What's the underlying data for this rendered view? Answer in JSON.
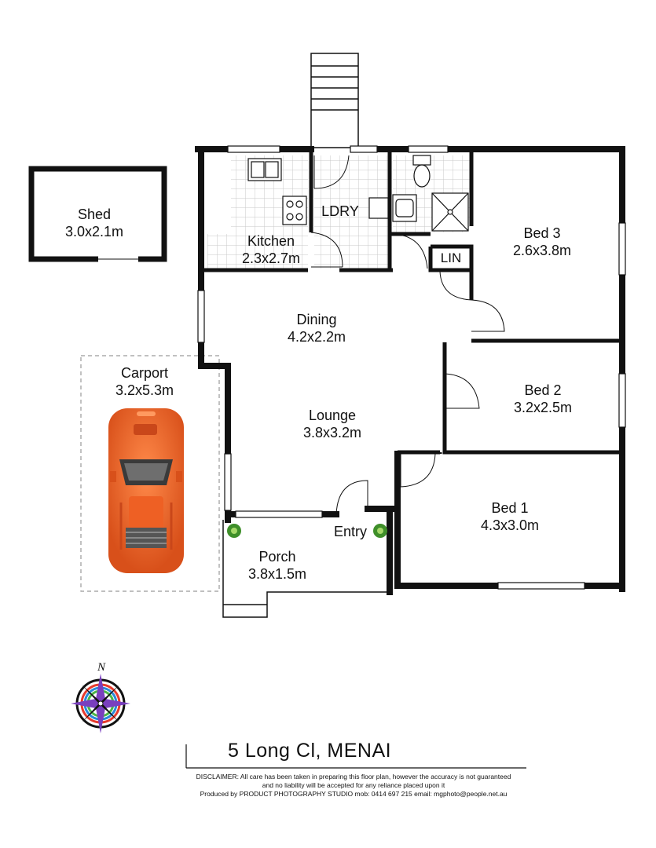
{
  "rooms": {
    "shed": {
      "name": "Shed",
      "size": "3.0x2.1m"
    },
    "kitchen": {
      "name": "Kitchen",
      "size": "2.3x2.7m"
    },
    "laundry": {
      "name": "LDRY"
    },
    "linen": {
      "name": "LIN"
    },
    "bed3": {
      "name": "Bed 3",
      "size": "2.6x3.8m"
    },
    "dining": {
      "name": "Dining",
      "size": "4.2x2.2m"
    },
    "carport": {
      "name": "Carport",
      "size": "3.2x5.3m"
    },
    "lounge": {
      "name": "Lounge",
      "size": "3.8x3.2m"
    },
    "bed2": {
      "name": "Bed 2",
      "size": "3.2x2.5m"
    },
    "bed1": {
      "name": "Bed 1",
      "size": "4.3x3.0m"
    },
    "entry": {
      "name": "Entry"
    },
    "porch": {
      "name": "Porch",
      "size": "3.8x1.5m"
    }
  },
  "compass": {
    "north_label": "N"
  },
  "address": "5 Long Cl, MENAI",
  "disclaimer": {
    "line1": "DISCLAIMER: All care has been taken in preparing this floor plan, however the accuracy is not guaranteed",
    "line2": "and no liability will be accepted for any reliance placed upon it",
    "line3": "Produced by PRODUCT PHOTOGRAPHY STUDIO mob: 0414 697 215  email: mgphoto@people.net.au"
  },
  "colors": {
    "wall": "#111111",
    "tile_grid": "#c8c8c8",
    "car_body": "#f26a2a",
    "plant": "#3f8f2a",
    "carport_outline": "#9a9a9a"
  }
}
